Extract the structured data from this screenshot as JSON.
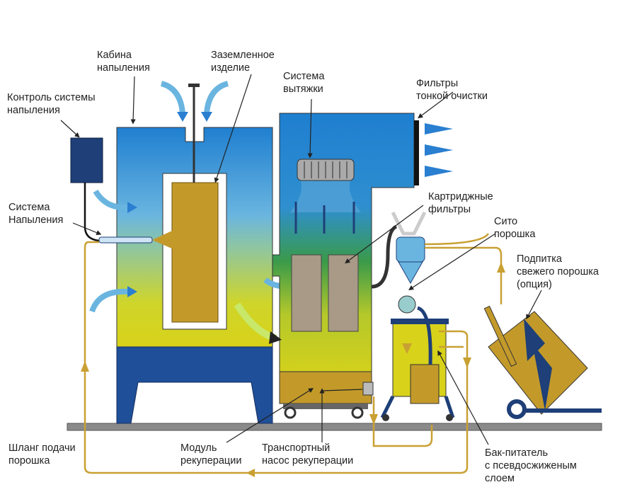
{
  "labels": {
    "booth": [
      "Кабина",
      "напыления"
    ],
    "grounded_part": [
      "Заземленное",
      "изделие"
    ],
    "exhaust": [
      "Система",
      "вытяжки"
    ],
    "fine_filters": [
      "Фильтры",
      "тонкой очистки"
    ],
    "spray_control": [
      "Контроль системы",
      "напыления"
    ],
    "spray_system": [
      "Система",
      "Напыления"
    ],
    "cartridge_filters": [
      "Картриджные",
      "фильтры"
    ],
    "sieve": [
      "Сито",
      "порошка"
    ],
    "fresh_powder": [
      "Подпитка",
      "свежего порошка",
      "(опция)"
    ],
    "powder_hose": [
      "Шланг подачи",
      "порошка"
    ],
    "recovery_module": [
      "Модуль",
      "рекуперации"
    ],
    "recovery_pump": [
      "Транспортный",
      "насос рекуперации"
    ],
    "fluid_bed_hopper": [
      "Бак-питатель",
      "с псевдосжиженым",
      "слоем"
    ]
  },
  "colors": {
    "blue": "#1f7fd0",
    "green": "#3a9a4a",
    "yellow": "#d8d21a",
    "ochre": "#c39a2a",
    "pipe": "#c9a032",
    "navy": "#1e3f78",
    "floor": "#8a8a8a"
  }
}
